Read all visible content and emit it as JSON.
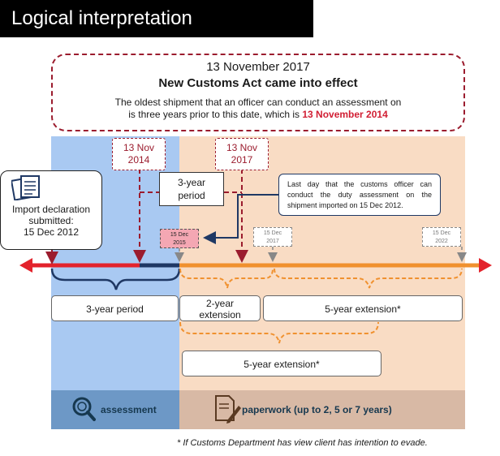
{
  "title": "Logical interpretation",
  "announcement": {
    "date": "13 November  2017",
    "headline": "New Customs Act came into effect",
    "desc_line1": "The oldest shipment that an officer can conduct an assessment on",
    "desc_line2_pre": "is three years prior to this date, which is ",
    "desc_line2_highlight": "13 November 2014"
  },
  "nov_2014": {
    "line1": "13 Nov",
    "line2": "2014"
  },
  "nov_2017": {
    "line1": "13 Nov",
    "line2": "2017"
  },
  "period_box": {
    "line1": "3-year",
    "line2": "period"
  },
  "last_day": "Last day that the customs officer can conduct the duty assessment on the shipment imported on 15 Dec 2012.",
  "import": {
    "line1": "Import declaration",
    "line2": "submitted:",
    "line3": "15 Dec 2012"
  },
  "date_tags": {
    "dec2015": {
      "line1": "15 Dec",
      "line2": "2015"
    },
    "dec2017": {
      "line1": "15 Dec",
      "line2": "2017"
    },
    "dec2022": {
      "line1": "15 Dec",
      "line2": "2022"
    }
  },
  "labels": {
    "three_year": "3-year period",
    "two_year_1": "2-year",
    "two_year_2": "extension",
    "five_year_a": "5-year extension*",
    "five_year_b": "5-year extension*"
  },
  "bottom": {
    "assessment": "assessment",
    "paperwork": "paperwork (up to 2, 5 or 7 years)"
  },
  "footnote": "* If Customs Department has view client has intention to evade.",
  "colors": {
    "timeline_red": "#e3232c",
    "timeline_orange": "#f0912f",
    "navy": "#1f3864",
    "maroon": "#9b1c2e",
    "band_blue": "#a9c9f2",
    "band_peach": "#f9dcc4"
  },
  "icons": {
    "document": "document-icon",
    "search": "search-icon",
    "paperwork": "paperwork-pen-icon"
  }
}
